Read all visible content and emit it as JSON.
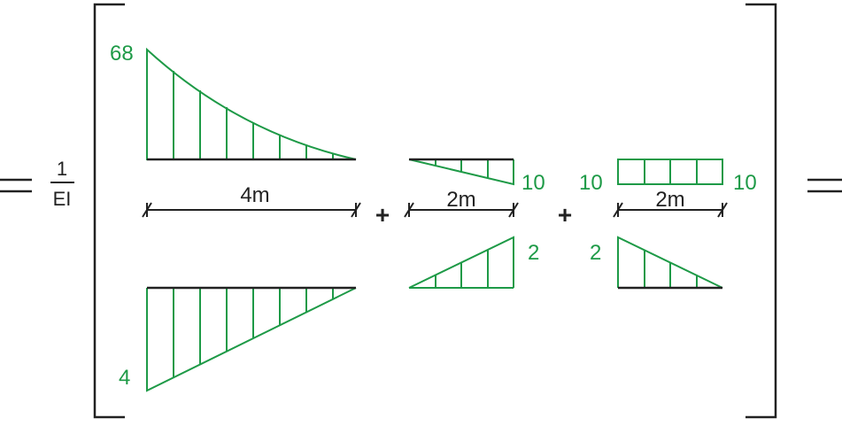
{
  "colors": {
    "diagram_green": "#1e9a47",
    "dimension_black": "#222222"
  },
  "fraction": {
    "numerator": "1",
    "denominator": "EI"
  },
  "operators": {
    "plus": "+"
  },
  "segment_1": {
    "top_value": "68",
    "bottom_value": "4",
    "length": "4m"
  },
  "segment_2": {
    "top_value": "10",
    "bottom_value": "2",
    "length": "2m"
  },
  "segment_3": {
    "top_left_value": "10",
    "top_right_value": "10",
    "bottom_value": "2",
    "length": "2m"
  }
}
